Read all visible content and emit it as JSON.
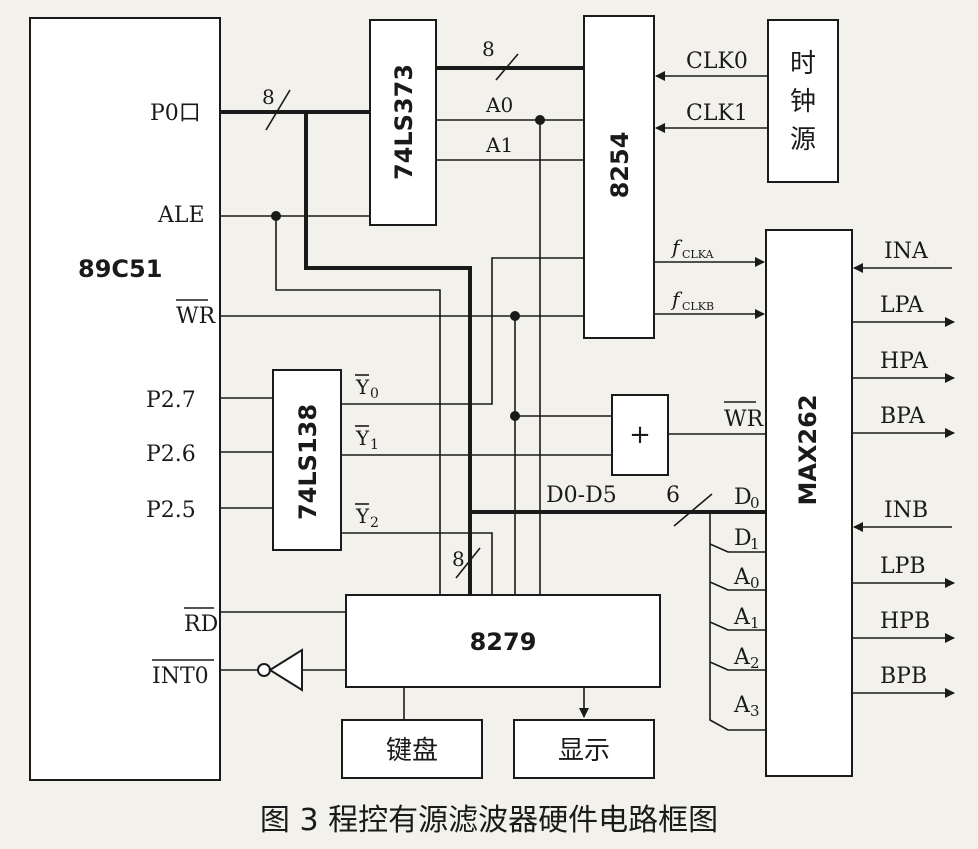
{
  "chips": {
    "mcu": "89C51",
    "latch": "74LS373",
    "timer": "8254",
    "decoder": "74LS138",
    "filter": "MAX262",
    "kbd_ctrl": "8279",
    "clock_l1": "时",
    "clock_l2": "钟",
    "clock_l3": "源",
    "keyboard": "键盘",
    "display": "显示",
    "adder": "+"
  },
  "mcu_pins": {
    "p0": "P0口",
    "ale": "ALE",
    "wr": "WR",
    "p27": "P2.7",
    "p26": "P2.6",
    "p25": "P2.5",
    "rd": "RD",
    "int0": "INT0"
  },
  "signals": {
    "clk0": "CLK0",
    "clk1": "CLK1",
    "a0": "A0",
    "a1": "A1",
    "y0": "Y",
    "y0_sub": "0",
    "y1": "Y",
    "y1_sub": "1",
    "y2": "Y",
    "y2_sub": "2",
    "fclka": "f",
    "fclka_sub": "CLKA",
    "fclkb": "f",
    "fclkb_sub": "CLKB",
    "wr_filter": "WR",
    "bus_d": "D0-D5",
    "bus_width_6": "6",
    "bus_width_8a": "8",
    "bus_width_8b": "8",
    "bus_width_8c": "8"
  },
  "max262_pins": {
    "d0": "D",
    "d0_sub": "0",
    "d1": "D",
    "d1_sub": "1",
    "a0": "A",
    "a0_sub": "0",
    "a1": "A",
    "a1_sub": "1",
    "a2": "A",
    "a2_sub": "2",
    "a3": "A",
    "a3_sub": "3",
    "ina": "INA",
    "lpa": "LPA",
    "hpa": "HPA",
    "bpa": "BPA",
    "inb": "INB",
    "lpb": "LPB",
    "hpb": "HPB",
    "bpb": "BPB"
  },
  "caption": "图 3  程控有源滤波器硬件电路框图"
}
